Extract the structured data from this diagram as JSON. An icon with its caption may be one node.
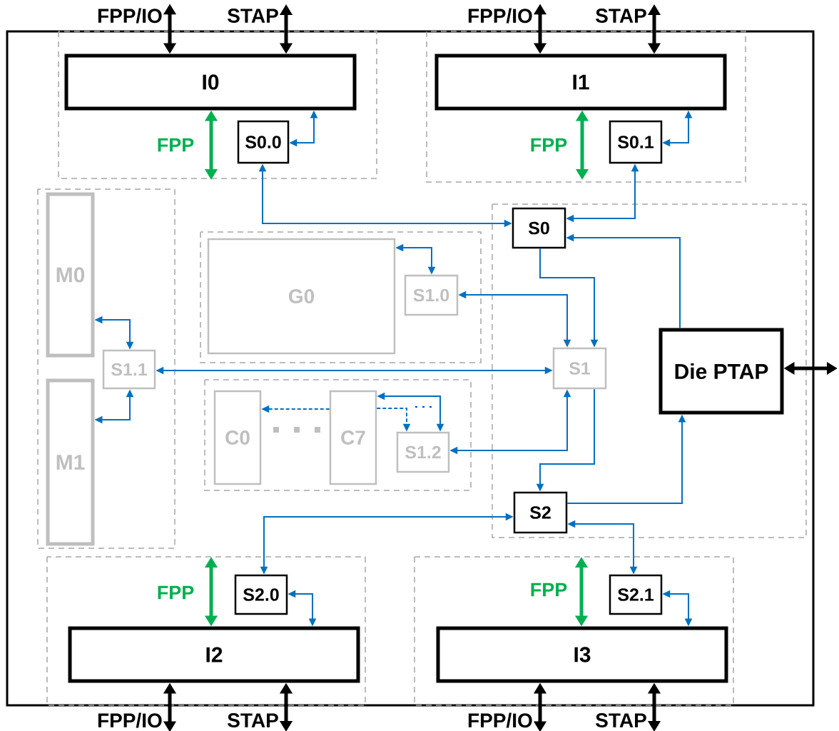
{
  "diagram": {
    "nodes": [
      {
        "text": [
          "FPP/IO"
        ]
      },
      {
        "text": [
          "STAP"
        ]
      },
      {
        "text": [
          "I0"
        ]
      },
      {
        "text": [
          "S0.0"
        ]
      },
      {
        "text": [
          "FPP/IO"
        ]
      },
      {
        "text": [
          "STAP"
        ]
      },
      {
        "text": [
          "I1"
        ]
      },
      {
        "text": [
          "S0.1"
        ]
      },
      {
        "text": [
          "M0"
        ]
      },
      {
        "text": [
          "M1"
        ]
      },
      {
        "text": [
          "S1.1"
        ]
      },
      {
        "text": [
          "G0"
        ]
      },
      {
        "text": [
          "S1.0"
        ]
      },
      {
        "text": [
          "C0"
        ]
      },
      {
        "text": [
          "C7"
        ]
      },
      {
        "text": [
          "S1.2"
        ]
      },
      {
        "text": [
          "S0"
        ]
      },
      {
        "text": [
          "S1"
        ]
      },
      {
        "text": [
          "Die PTAP"
        ]
      },
      {
        "text": [
          "S2"
        ]
      },
      {
        "text": [
          "S2.0"
        ]
      },
      {
        "text": [
          "I2"
        ]
      },
      {
        "text": [
          "FPP/IO"
        ]
      },
      {
        "text": [
          "STAP"
        ]
      },
      {
        "text": [
          "S2.1"
        ]
      },
      {
        "text": [
          "I3"
        ]
      },
      {
        "text": [
          "FPP/IO"
        ]
      },
      {
        "text": [
          "STAP"
        ]
      }
    ],
    "edges": [
      {
        "from": 0,
        "to": 2,
        "arrow": "both",
        "style": "thick",
        "color": "#000000"
      },
      {
        "from": 1,
        "to": 2,
        "arrow": "both",
        "style": "thick",
        "color": "#000000"
      },
      {
        "from": 4,
        "to": 6,
        "arrow": "both",
        "style": "thick",
        "color": "#000000"
      },
      {
        "from": 5,
        "to": 6,
        "arrow": "both",
        "style": "thick",
        "color": "#000000"
      },
      {
        "from": 2,
        "to": null,
        "arrow": "both",
        "label": "FPP",
        "style": "thick",
        "color": "#00b050"
      },
      {
        "from": 6,
        "to": null,
        "arrow": "both",
        "label": "FPP",
        "style": "thick",
        "color": "#00b050"
      },
      {
        "from": 3,
        "to": 2,
        "arrow": "both"
      },
      {
        "from": 7,
        "to": 6,
        "arrow": "both"
      },
      {
        "from": 3,
        "to": 16,
        "arrow": "both"
      },
      {
        "from": 7,
        "to": 16,
        "arrow": "both"
      },
      {
        "from": 18,
        "to": 16,
        "arrow": "to"
      },
      {
        "from": 16,
        "to": 17,
        "arrow": "to"
      },
      {
        "from": 12,
        "to": 17,
        "arrow": "both"
      },
      {
        "from": 11,
        "to": 12,
        "arrow": "both"
      },
      {
        "from": 10,
        "to": 17,
        "arrow": "both"
      },
      {
        "from": 8,
        "to": 10,
        "arrow": "both"
      },
      {
        "from": 9,
        "to": 10,
        "arrow": "both"
      },
      {
        "from": 15,
        "to": 17,
        "arrow": "both"
      },
      {
        "from": 17,
        "to": 19,
        "arrow": "to"
      },
      {
        "from": 19,
        "to": 18,
        "arrow": "to"
      },
      {
        "from": 20,
        "to": 19,
        "arrow": "both"
      },
      {
        "from": 24,
        "to": 19,
        "arrow": "both"
      },
      {
        "from": 20,
        "to": 21,
        "arrow": "both"
      },
      {
        "from": 24,
        "to": 25,
        "arrow": "both"
      },
      {
        "from": 21,
        "to": null,
        "arrow": "both",
        "label": "FPP",
        "style": "thick",
        "color": "#00b050"
      },
      {
        "from": 25,
        "to": null,
        "arrow": "both",
        "label": "FPP",
        "style": "thick",
        "color": "#00b050"
      },
      {
        "from": 22,
        "to": 21,
        "arrow": "both",
        "style": "thick",
        "color": "#000000"
      },
      {
        "from": 23,
        "to": 21,
        "arrow": "both",
        "style": "thick",
        "color": "#000000"
      },
      {
        "from": 26,
        "to": 25,
        "arrow": "both",
        "style": "thick",
        "color": "#000000"
      },
      {
        "from": 27,
        "to": 25,
        "arrow": "both",
        "style": "thick",
        "color": "#000000"
      },
      {
        "from": 18,
        "to": null,
        "arrow": "both",
        "style": "thick",
        "color": "#000000"
      },
      {
        "from": 14,
        "to": 13,
        "arrow": "to",
        "style": "dashed"
      },
      {
        "from": 14,
        "to": 15,
        "arrow": "both"
      },
      {
        "from": 14,
        "to": 15,
        "arrow": "to",
        "style": "dashed"
      }
    ]
  }
}
